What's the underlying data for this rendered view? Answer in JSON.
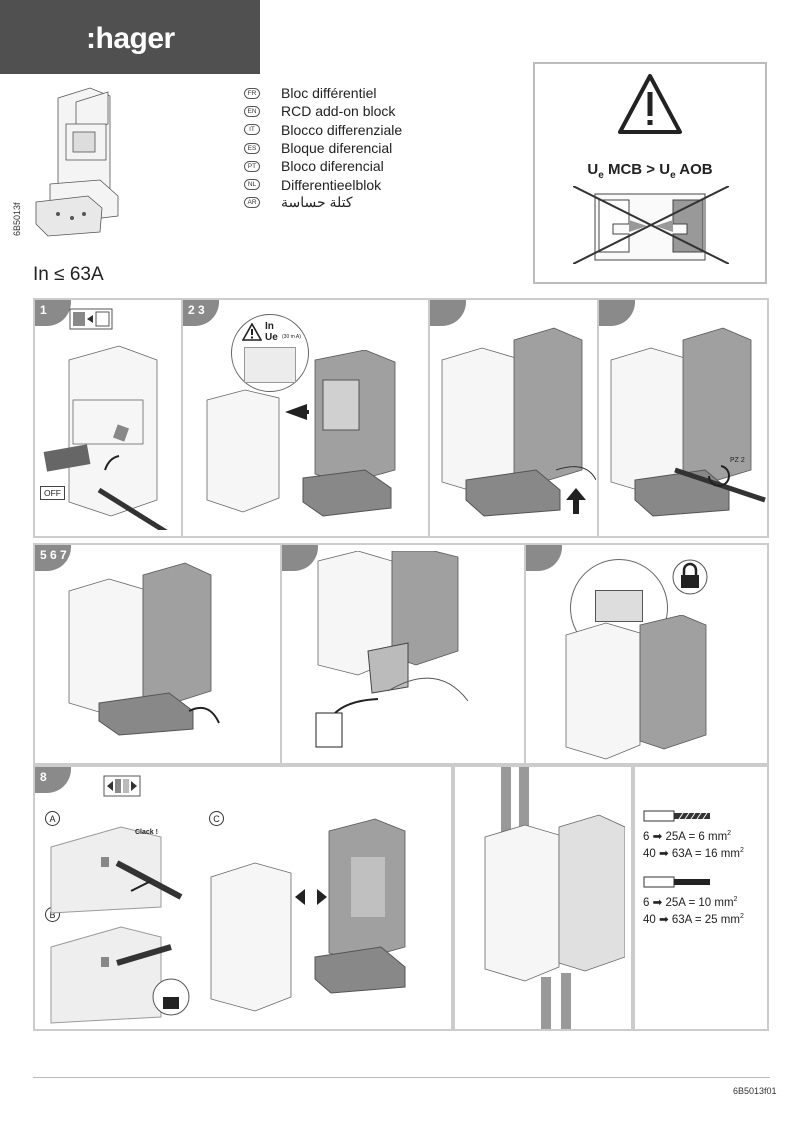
{
  "brand": {
    "name": ":hager",
    "bar_color": "#505050"
  },
  "document": {
    "side_code": "6B5013f",
    "footer_code": "6B5013f01",
    "rating": "In ≤ 63A"
  },
  "languages": [
    {
      "code": "FR",
      "name": "Bloc différentiel"
    },
    {
      "code": "EN",
      "name": "RCD add-on block"
    },
    {
      "code": "IT",
      "name": "Blocco differenziale"
    },
    {
      "code": "ES",
      "name": "Bloque diferencial"
    },
    {
      "code": "PT",
      "name": "Bloco diferencial"
    },
    {
      "code": "NL",
      "name": "Differentieelblok"
    },
    {
      "code": "AR",
      "name": "كتلة حساسة"
    }
  ],
  "warning": {
    "ue": "U",
    "sub_e": "e",
    "mcb": " MCB > U",
    "aob": " AOB",
    "icon": "warning-triangle-icon"
  },
  "steps": {
    "s1": "1",
    "s23": "2 3",
    "s567": "5 6 7",
    "s8": "8",
    "off": "OFF",
    "callout_in": "In",
    "callout_ue": "Ue",
    "callout_ma": "(30 m A)",
    "pz": "PZ 2",
    "sub_a": "A",
    "sub_b": "B",
    "sub_c": "C",
    "clack": "Clack !"
  },
  "wires": {
    "rigid": [
      {
        "from": "6",
        "to": "25A",
        "size": "= 6 mm",
        "exp": "2"
      },
      {
        "from": "40",
        "to": "63A",
        "size": "= 16 mm",
        "exp": "2"
      }
    ],
    "flexible": [
      {
        "from": "6",
        "to": "25A",
        "size": "= 10 mm",
        "exp": "2"
      },
      {
        "from": "40",
        "to": "63A",
        "size": "= 25 mm",
        "exp": "2"
      }
    ]
  },
  "colors": {
    "tab": "#8a8a8a",
    "border": "#cccccc",
    "device_grey": "#9a9a9a"
  }
}
